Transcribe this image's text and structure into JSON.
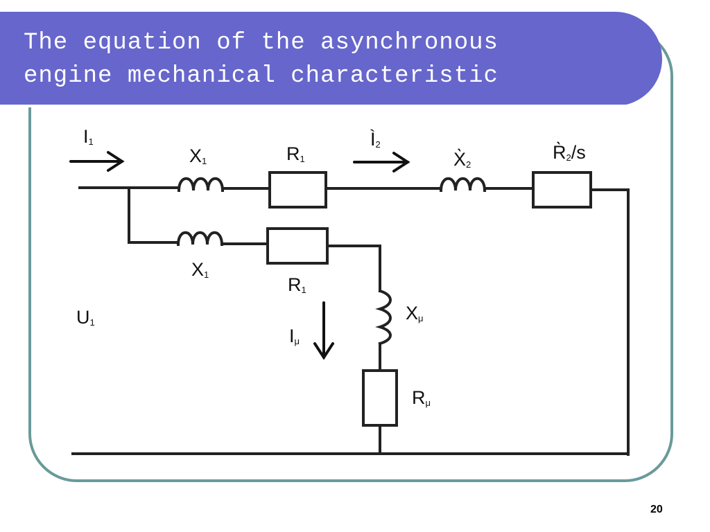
{
  "slide": {
    "title_line_1": "The equation of the asynchronous",
    "title_line_2": "engine mechanical characteristic",
    "page_number": "20"
  },
  "colors": {
    "banner": "#6666cc",
    "frame_border": "#6a9a9a",
    "wire": "#222222",
    "text_on_banner": "#ffffff"
  },
  "labels": {
    "i1": {
      "main": "I",
      "sub": "1"
    },
    "x1_top": {
      "main": "X",
      "sub": "1"
    },
    "r1_top": {
      "main": "R",
      "sub": "1"
    },
    "i2_prime": {
      "main": "Ì",
      "sub": "2"
    },
    "x2_prime": {
      "main": "X̀",
      "sub": "2"
    },
    "r2_prime_s": {
      "main": "R̀",
      "sub": "2",
      "suffix": "/s"
    },
    "x1_bottom": {
      "main": "X",
      "sub": "1"
    },
    "r1_bottom": {
      "main": "R",
      "sub": "1"
    },
    "u1": {
      "main": "U",
      "sub": "1"
    },
    "x_mu": {
      "main": "X",
      "sub": "μ"
    },
    "i_mu": {
      "main": "I",
      "sub": "μ"
    },
    "r_mu": {
      "main": "R",
      "sub": "μ"
    }
  }
}
